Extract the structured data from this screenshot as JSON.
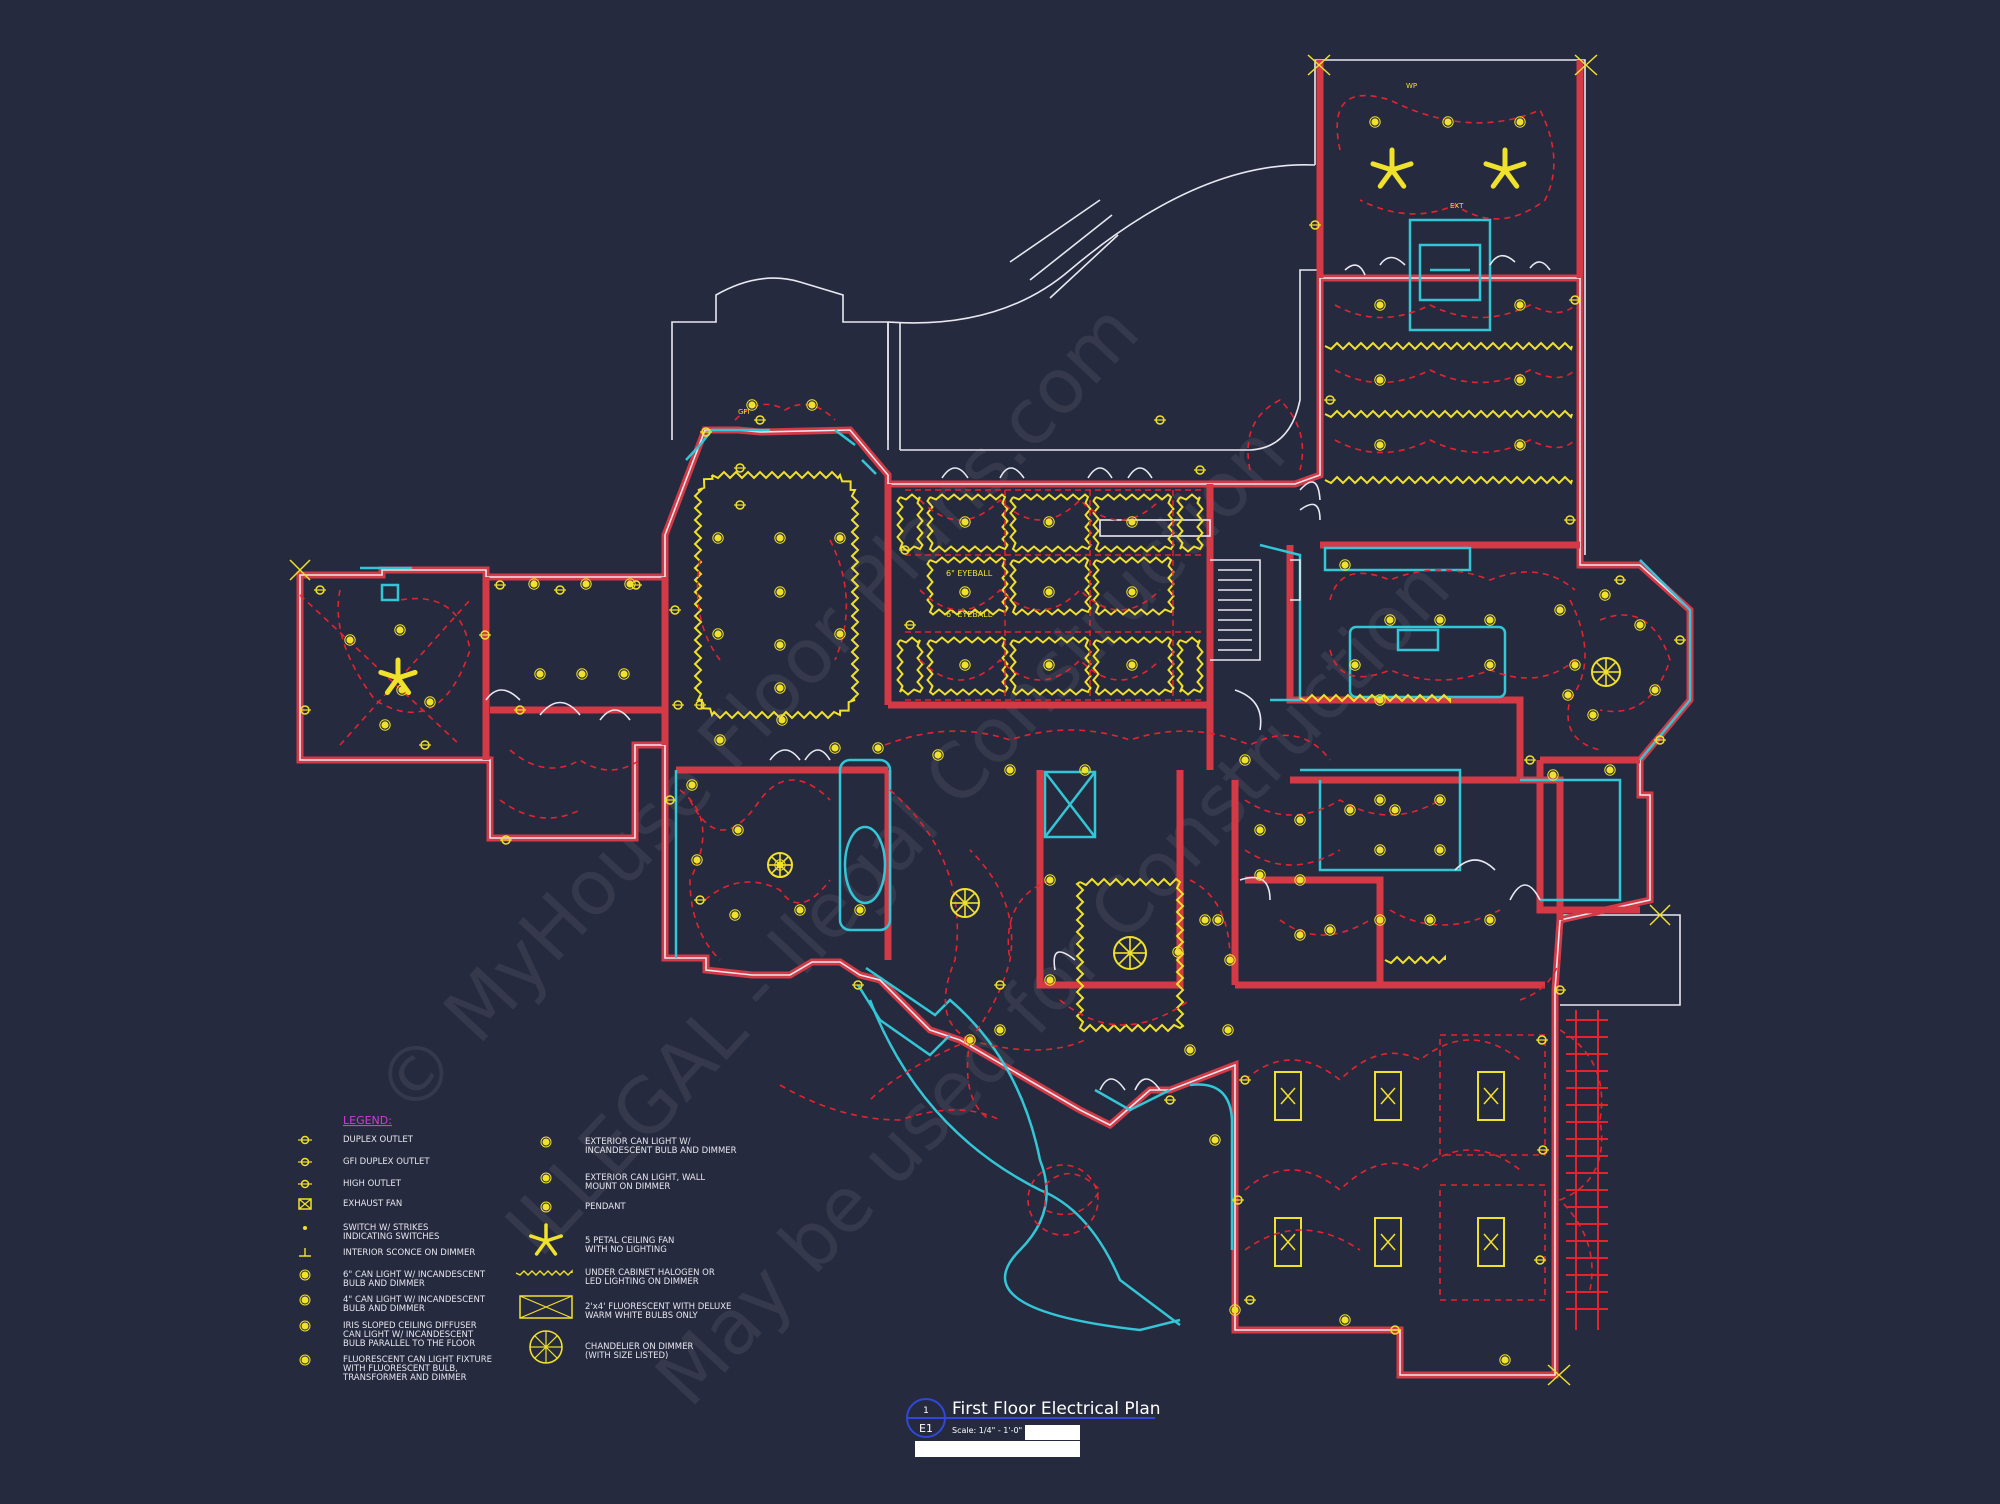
{
  "drawing": {
    "title": "First Floor Electrical Plan",
    "scale": "Scale: 1/4\" - 1'-0\"",
    "sheet_number": "1",
    "sheet_id": "E1",
    "watermark_lines": [
      "© MyHouse Floor Plans.com",
      "ILLEGAL - Ilegal Construction",
      "May be used for Construction"
    ]
  },
  "room_tags": {
    "eyeball_1": "6\" EYEBALL",
    "eyeball_2": "6\" EYEBALL",
    "gfi": "GFI",
    "ext": "EXT",
    "wp": "WP"
  },
  "legend": {
    "title": "LEGEND:",
    "left": [
      {
        "icon": "duplex-outlet-icon",
        "text": [
          "DUPLEX OUTLET"
        ]
      },
      {
        "icon": "gfi-outlet-icon",
        "text": [
          "GFI DUPLEX OUTLET"
        ]
      },
      {
        "icon": "high-outlet-icon",
        "text": [
          "HIGH OUTLET"
        ]
      },
      {
        "icon": "exhaust-fan-icon",
        "text": [
          "EXHAUST FAN"
        ]
      },
      {
        "icon": "switch-icon",
        "text": [
          "SWITCH W/ STRIKES",
          "INDICATING SWITCHES"
        ]
      },
      {
        "icon": "sconce-icon",
        "text": [
          "INTERIOR SCONCE ON DIMMER"
        ]
      },
      {
        "icon": "can-light-6-icon",
        "text": [
          "6\" CAN LIGHT W/ INCANDESCENT",
          "BULB AND DIMMER"
        ]
      },
      {
        "icon": "can-light-4-icon",
        "text": [
          "4\" CAN LIGHT W/ INCANDESCENT",
          "BULB AND DIMMER"
        ]
      },
      {
        "icon": "iris-diffuser-icon",
        "text": [
          "IRIS SLOPED CEILING DIFFUSER",
          "CAN LIGHT W/ INCANDESCENT",
          "BULB PARALLEL TO THE FLOOR"
        ]
      },
      {
        "icon": "fluorescent-can-icon",
        "text": [
          "FLUORESCENT CAN LIGHT FIXTURE",
          "WITH FLUORESCENT BULB,",
          "TRANSFORMER AND DIMMER"
        ]
      }
    ],
    "right": [
      {
        "icon": "exterior-can-icon",
        "text": [
          "EXTERIOR CAN LIGHT W/",
          "INCANDESCENT BULB AND DIMMER"
        ]
      },
      {
        "icon": "exterior-wall-can-icon",
        "text": [
          "EXTERIOR CAN LIGHT, WALL",
          "MOUNT ON DIMMER"
        ]
      },
      {
        "icon": "pendant-icon",
        "text": [
          "PENDANT"
        ]
      },
      {
        "icon": "ceiling-fan-icon",
        "text": [
          "5 PETAL CEILING FAN",
          "WITH NO LIGHTING"
        ]
      },
      {
        "icon": "under-cabinet-icon",
        "text": [
          "UNDER CABINET HALOGEN OR",
          "LED LIGHTING ON DIMMER"
        ]
      },
      {
        "icon": "fluorescent-2x4-icon",
        "text": [
          "2'x4' FLUORESCENT WITH DELUXE",
          "WARM WHITE BULBS ONLY"
        ]
      },
      {
        "icon": "chandelier-icon",
        "text": [
          "CHANDELIER ON DIMMER",
          "(WITH SIZE LISTED)"
        ]
      }
    ]
  },
  "colors": {
    "background": "#262a3e",
    "wall_red": "#d33a46",
    "circuit_red": "#e5232f",
    "fixture_yellow": "#f0e12a",
    "cabinet_cyan": "#33c6d6",
    "line_white": "#e8e8f0",
    "legend_title": "#d23cd6",
    "title_blue": "#2f48d8"
  }
}
